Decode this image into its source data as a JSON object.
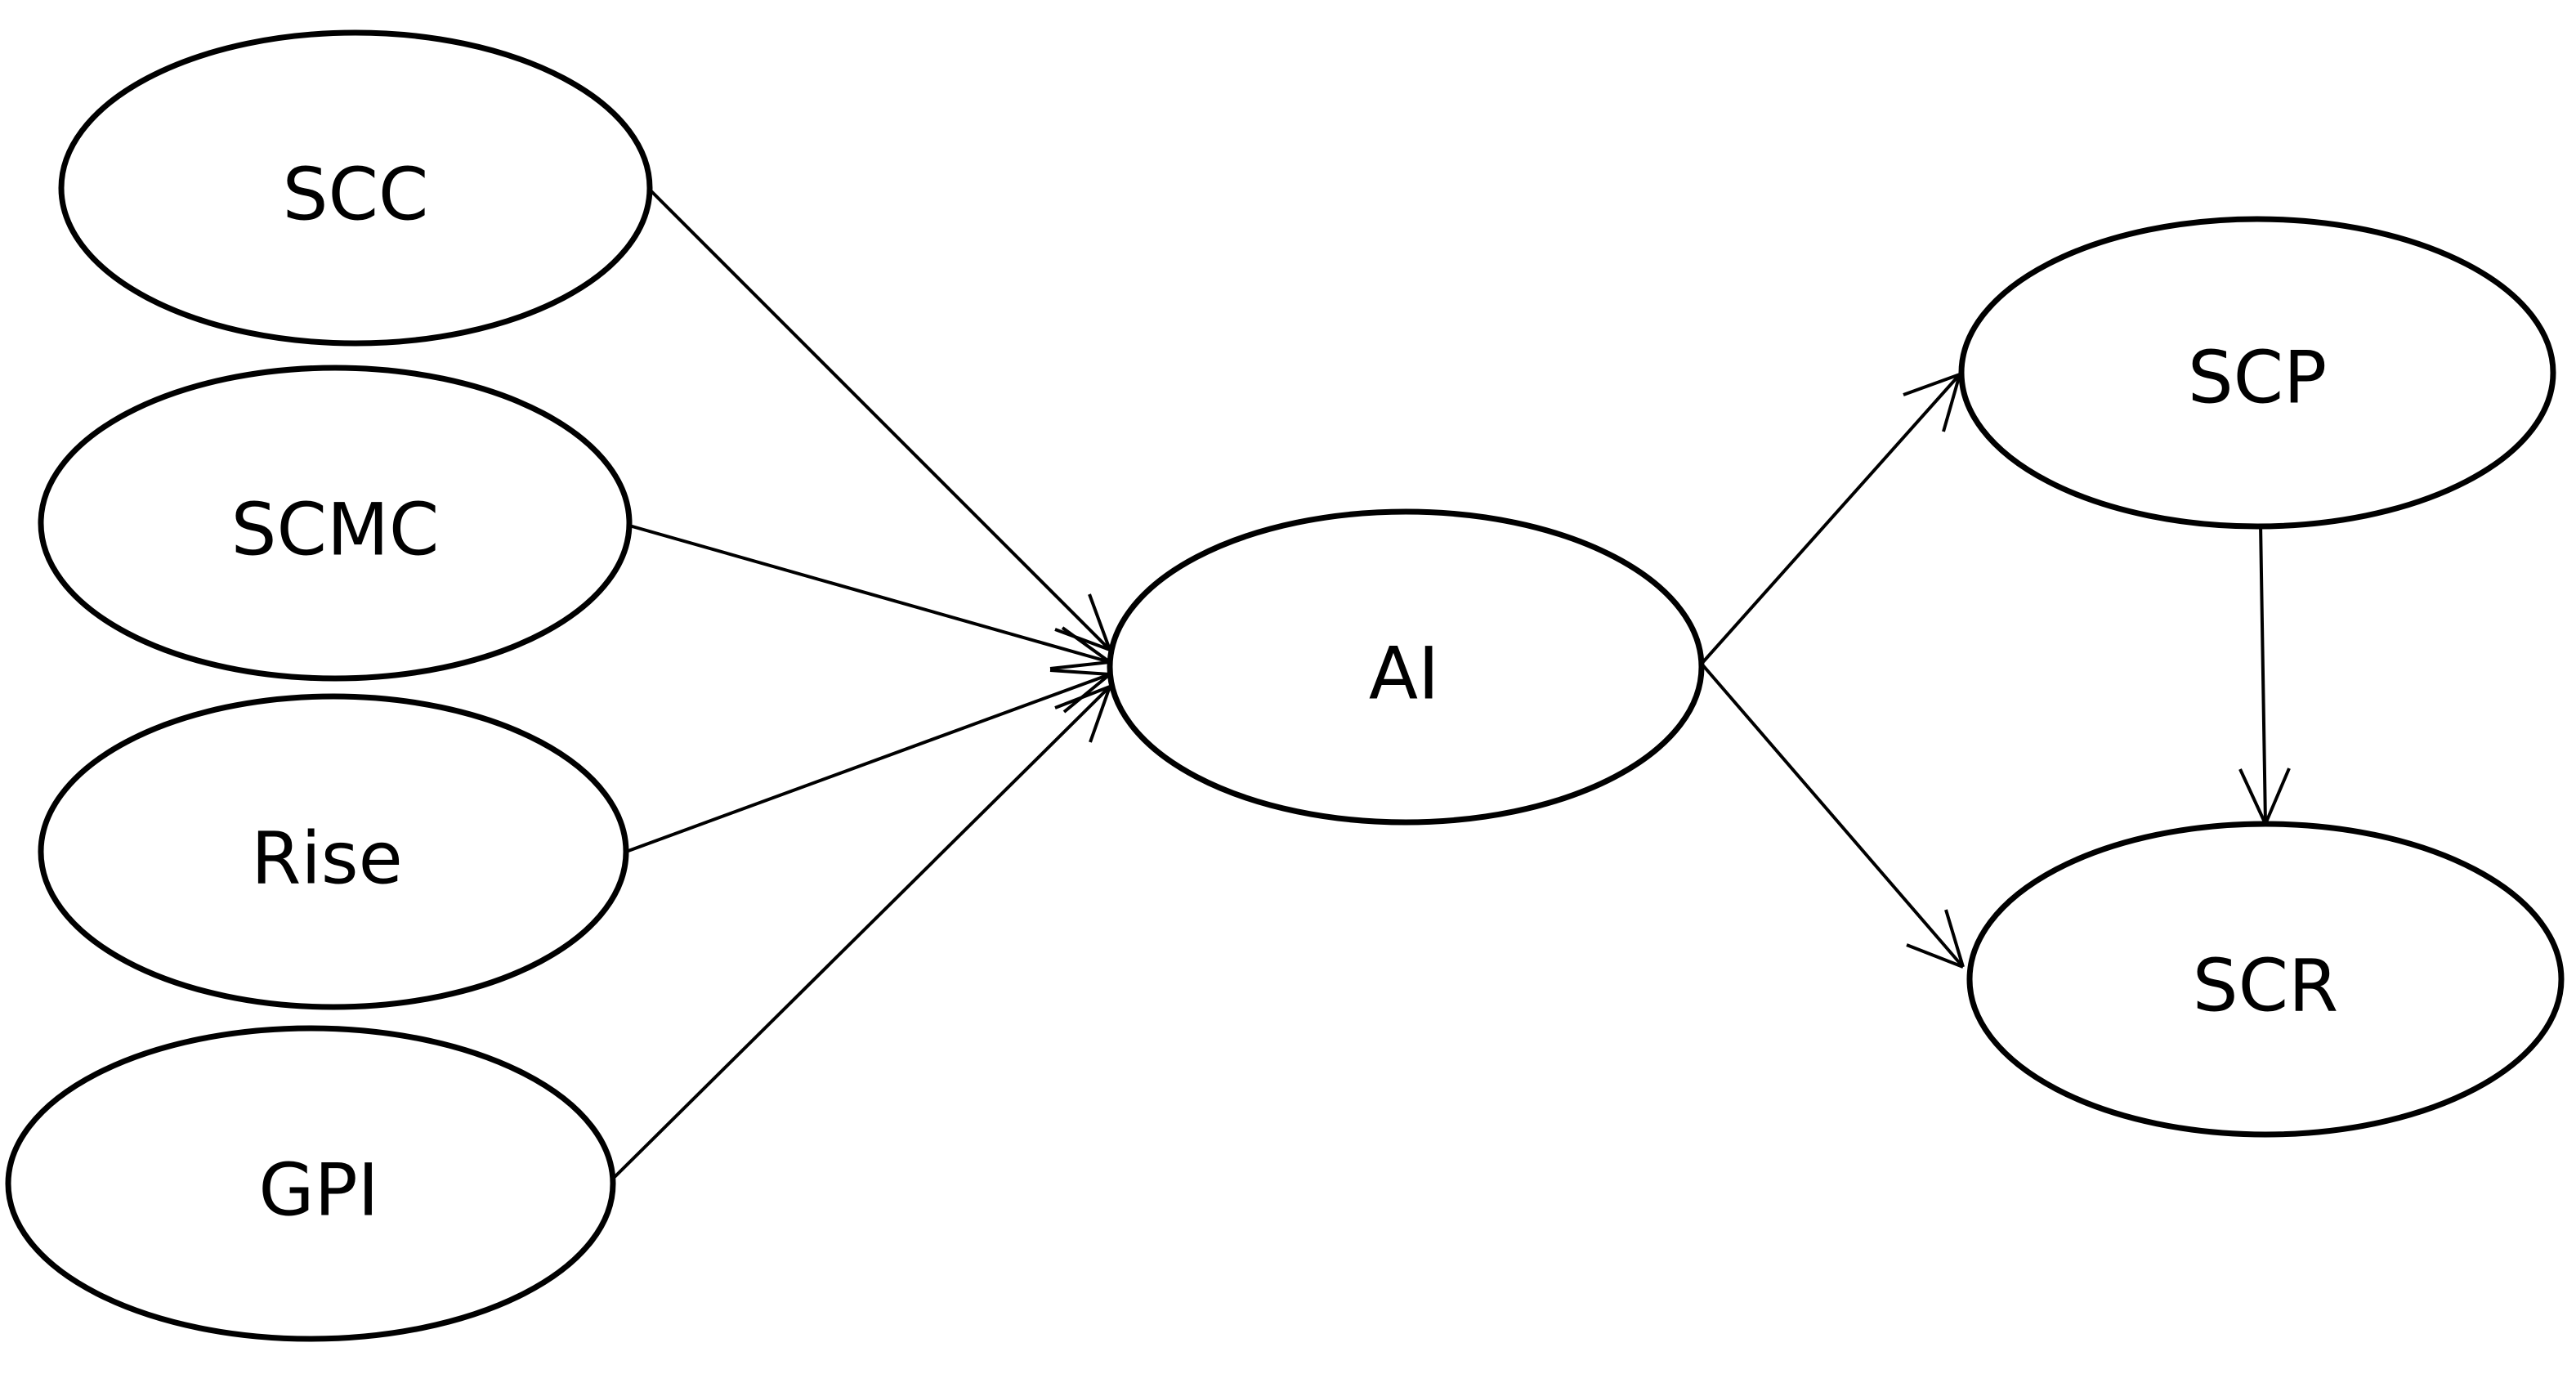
{
  "nodes": [
    {
      "id": "scc",
      "label": "SCC"
    },
    {
      "id": "scmc",
      "label": "SCMC"
    },
    {
      "id": "rise",
      "label": "Rise"
    },
    {
      "id": "gpi",
      "label": "GPI"
    },
    {
      "id": "ai",
      "label": "AI"
    },
    {
      "id": "scp",
      "label": "SCP"
    },
    {
      "id": "scr",
      "label": "SCR"
    }
  ],
  "edges": [
    {
      "from": "scc",
      "to": "ai"
    },
    {
      "from": "scmc",
      "to": "ai"
    },
    {
      "from": "rise",
      "to": "ai"
    },
    {
      "from": "gpi",
      "to": "ai"
    },
    {
      "from": "ai",
      "to": "scp"
    },
    {
      "from": "ai",
      "to": "scr"
    },
    {
      "from": "scp",
      "to": "scr"
    }
  ]
}
